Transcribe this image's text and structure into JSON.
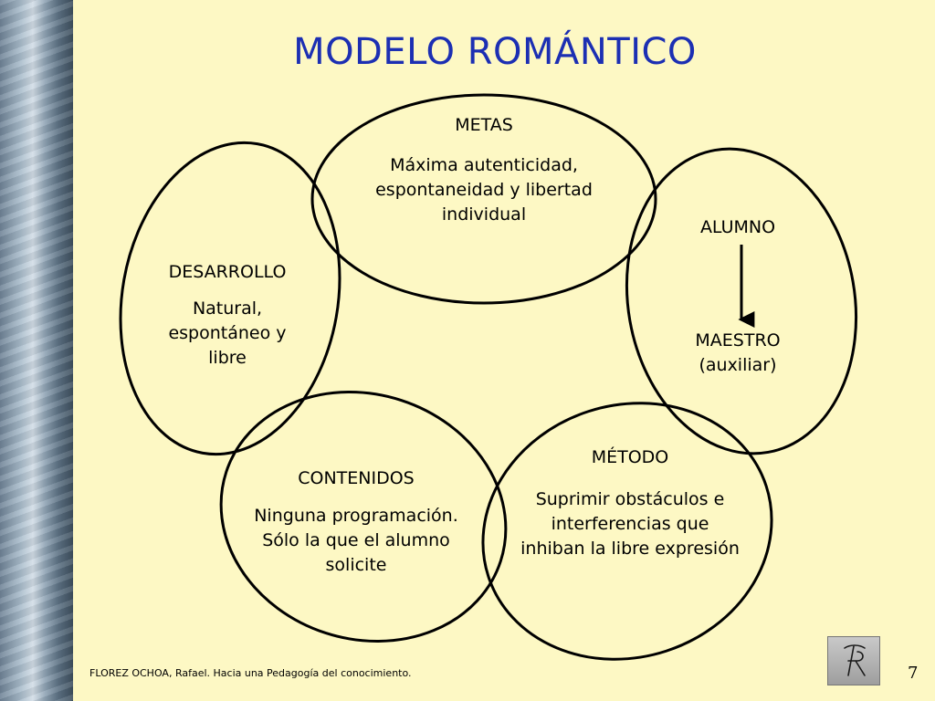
{
  "title": "MODELO ROMÁNTICO",
  "nodes": {
    "metas": {
      "heading": "METAS",
      "text": "Máxima autenticidad,\nespontaneidad y libertad\nindividual"
    },
    "desarrollo": {
      "heading": "DESARROLLO",
      "text": "Natural,\nespontáneo y\nlibre"
    },
    "relacion": {
      "top": "ALUMNO",
      "bottom": "MAESTRO\n(auxiliar)"
    },
    "contenidos": {
      "heading": "CONTENIDOS",
      "text": "Ninguna programación.\nSólo la que el alumno\nsolicite"
    },
    "metodo": {
      "heading": "MÉTODO",
      "text": "Suprimir obstáculos e\ninterferencias que\ninhiban la libre expresión"
    }
  },
  "footer": "FLOREZ OCHOA, Rafael. Hacia una Pedagogía del conocimiento.",
  "page_number": "7",
  "colors": {
    "background": "#fdf8c4",
    "title": "#1c2fb3",
    "stroke": "#000000"
  },
  "icons": {
    "logo": "fr-monogram-logo",
    "arrow": "arrow-down-icon"
  }
}
